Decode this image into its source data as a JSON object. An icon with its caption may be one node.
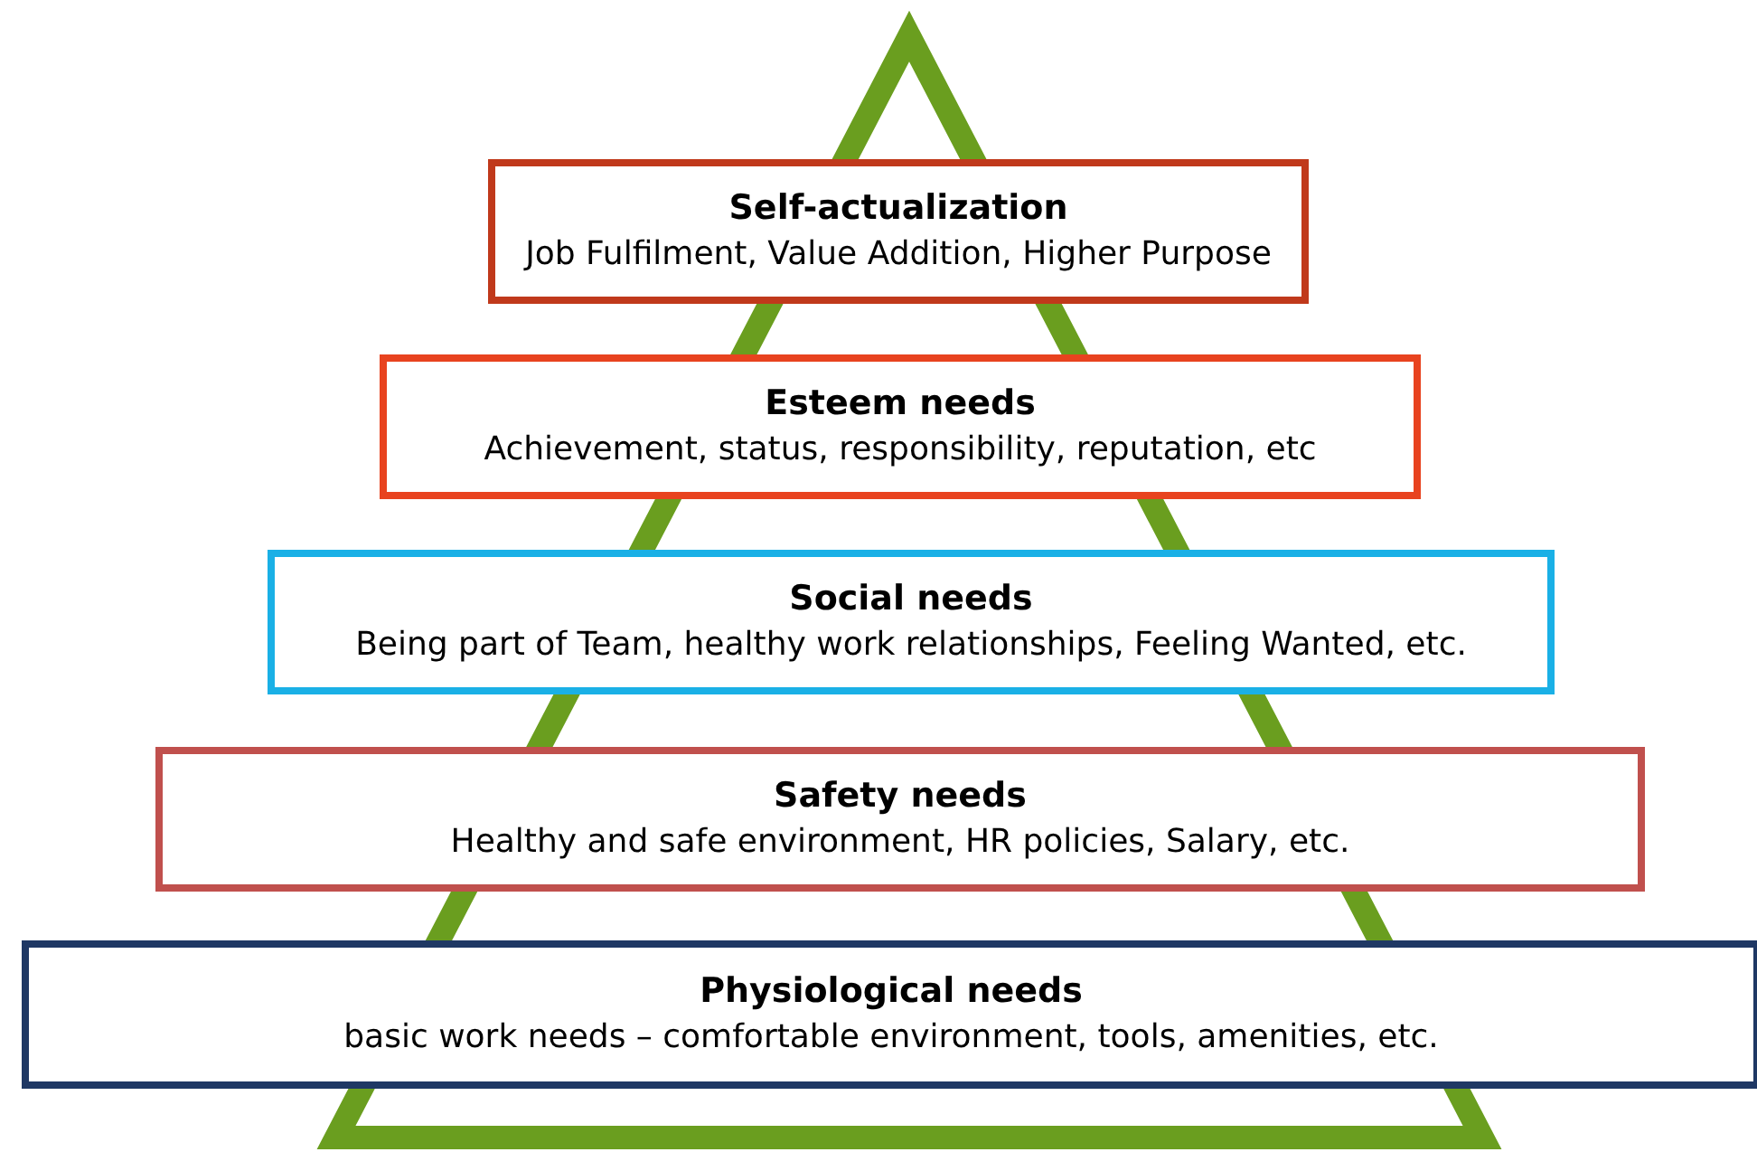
{
  "diagram": {
    "nodes": [
      {
        "text": [
          "Self-actualization",
          "Job Fulfilment, Value Addition, Higher Purpose"
        ]
      },
      {
        "text": [
          "Esteem needs",
          "Achievement, status, responsibility, reputation, etc"
        ]
      },
      {
        "text": [
          "Social needs",
          "Being part of Team, healthy work relationships, Feeling Wanted, etc."
        ]
      },
      {
        "text": [
          "Safety needs",
          "Healthy and safe environment, HR policies, Salary, etc."
        ]
      },
      {
        "text": [
          "Physiological needs",
          "basic work needs – comfortable environment, tools, amenities, etc."
        ]
      }
    ]
  }
}
